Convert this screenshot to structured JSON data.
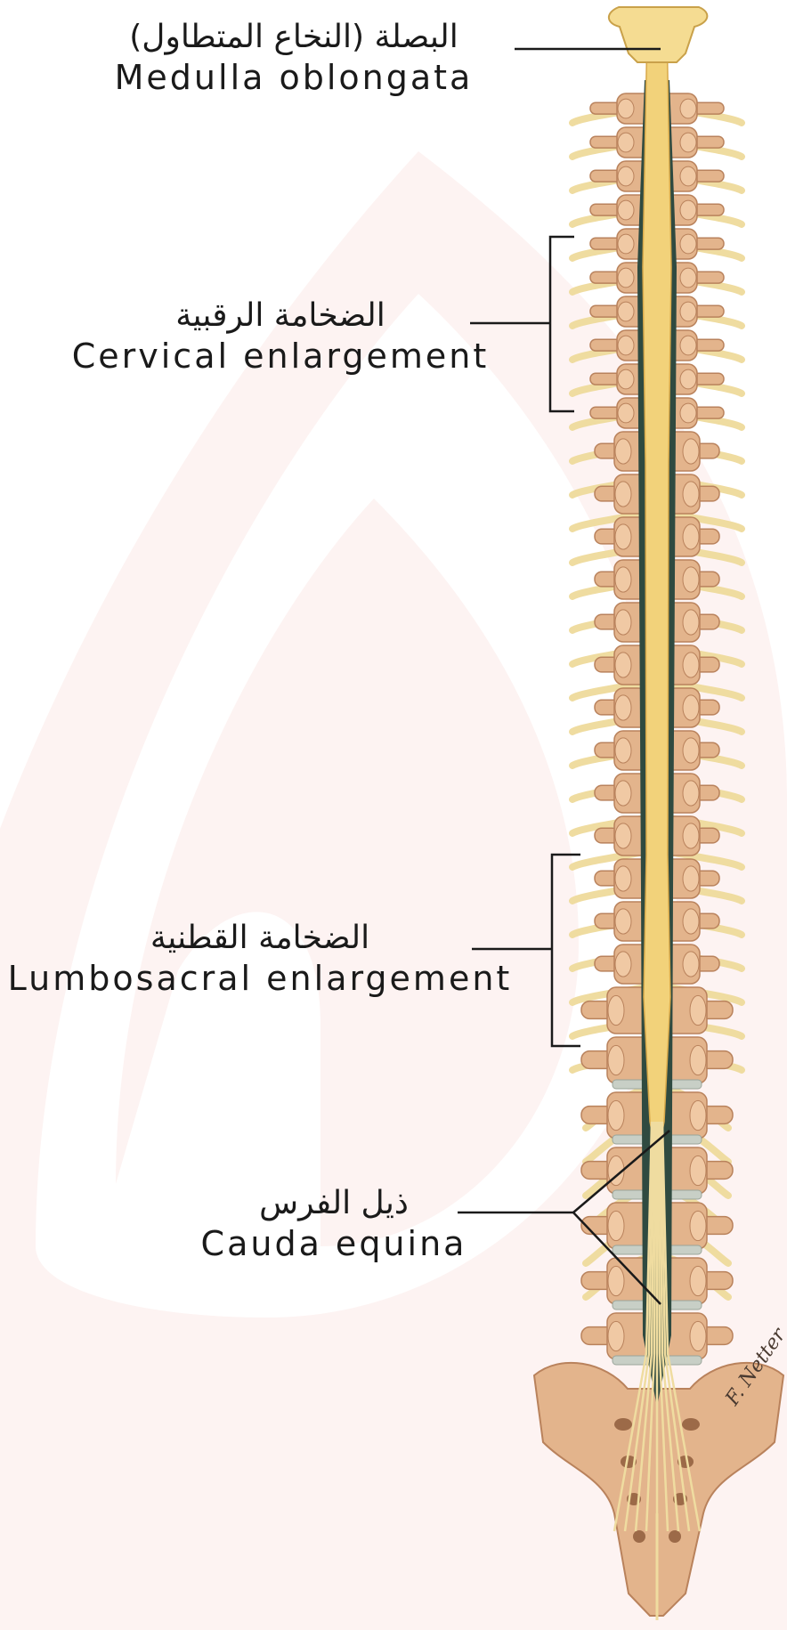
{
  "labels": {
    "medulla": {
      "arabic": "البصلة (النخاع المتطاول)",
      "english": "Medulla oblongata"
    },
    "cervical": {
      "arabic": "الضخامة الرقبية",
      "english": "Cervical  enlargement"
    },
    "lumbosacral": {
      "arabic": "الضخامة القطنية",
      "english": "Lumbosacral enlargement"
    },
    "cauda": {
      "arabic": "ذيل الفرس",
      "english": "Cauda equina"
    }
  },
  "signature": "F. Netter",
  "colors": {
    "watermark": "#fbeeed",
    "bone": "#e3b48c",
    "bone_dark": "#b9825c",
    "cord": "#f2d27a",
    "nerve": "#efdca0",
    "dura": "#2f4a40",
    "line": "#1a1a1a"
  }
}
